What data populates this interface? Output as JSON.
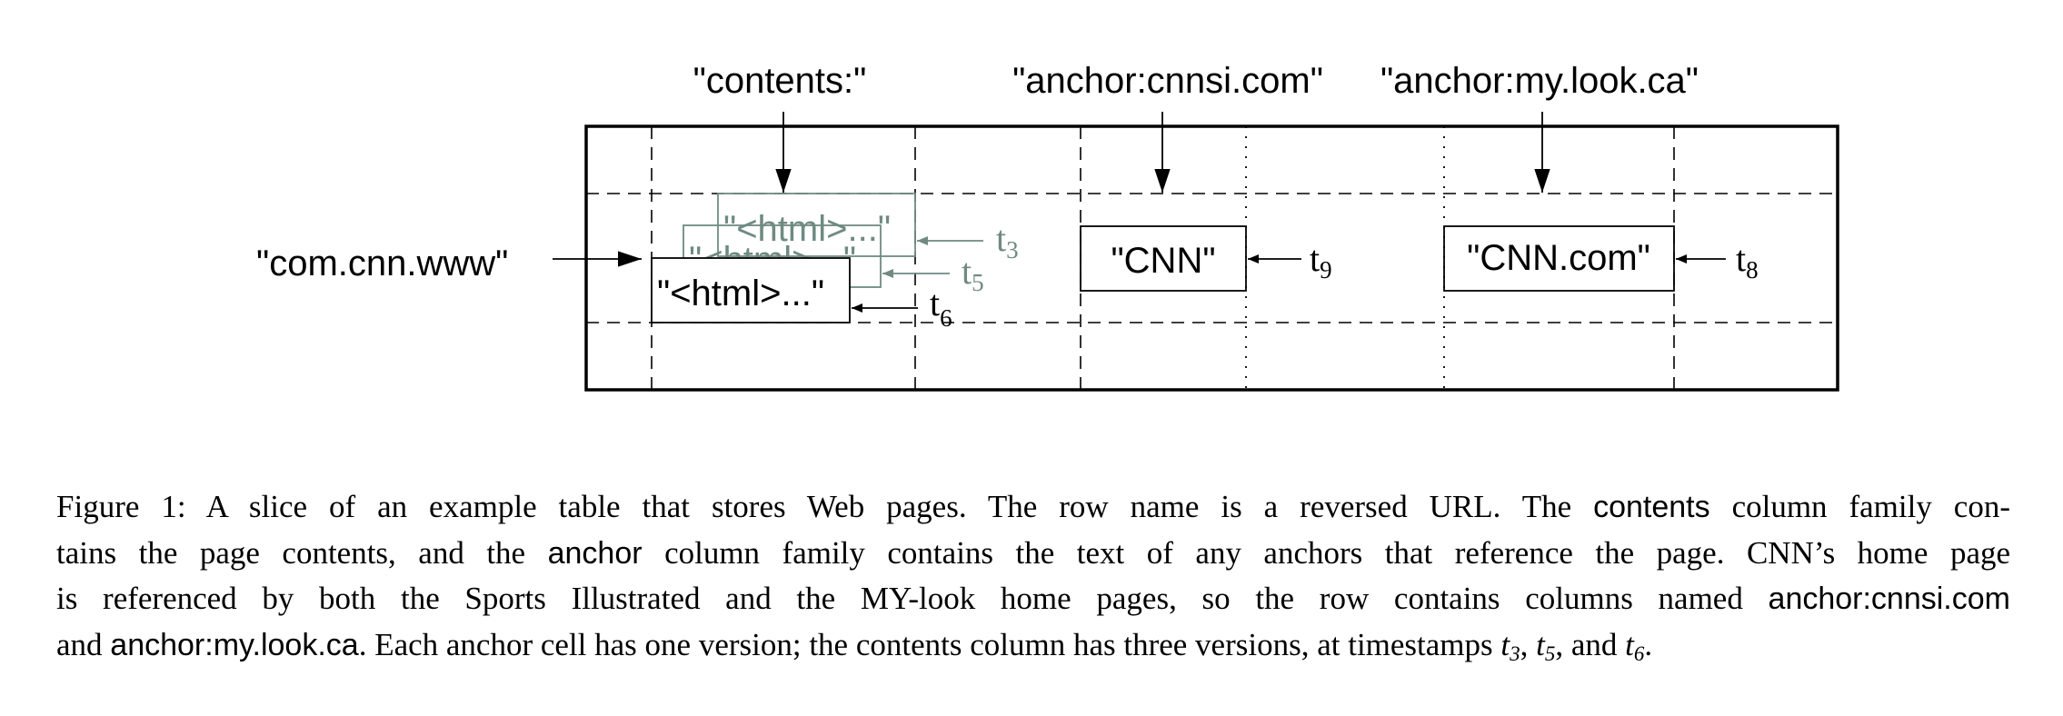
{
  "labels": {
    "col_contents": "\"contents:\"",
    "col_anchor_cnnsi": "\"anchor:cnnsi.com\"",
    "col_anchor_mylook": "\"anchor:my.look.ca\"",
    "row_key": "\"com.cnn.www\""
  },
  "cells": {
    "contents_v3": "\"<html>...\"",
    "contents_v5": "\"<html>...\"",
    "contents_v6": "\"<html>...\"",
    "anchor_cnnsi": "\"CNN\"",
    "anchor_mylook": "\"CNN.com\""
  },
  "timestamps": {
    "t3": {
      "base": "t",
      "sub": "3"
    },
    "t5": {
      "base": "t",
      "sub": "5"
    },
    "t6": {
      "base": "t",
      "sub": "6"
    },
    "t9": {
      "base": "t",
      "sub": "9"
    },
    "t8": {
      "base": "t",
      "sub": "8"
    }
  },
  "colors": {
    "old_version": "#6f8a82",
    "current": "#000000"
  },
  "caption": {
    "figure_label": "Figure 1:",
    "p1": "A slice of an example table that stores Web pages. The row name is a reversed URL. The",
    "kw_contents": "contents",
    "p2": "column family con-",
    "p3": "tains the page contents, and the",
    "kw_anchor": "anchor",
    "p4": "column family contains the text of any anchors that reference the page. CNN’s home page",
    "p5": "is referenced by both the Sports Illustrated and the MY-look home pages, so the row contains columns named",
    "kw_anchor_cnnsi": "anchor:cnnsi.com",
    "p6": "and",
    "kw_anchor_mylook": "anchor:my.look.ca",
    "p7": ". Each anchor cell has one version; the contents column has three versions, at timestamps",
    "m_t3_base": "t",
    "m_t3_sub": "3",
    "sep1": ",",
    "m_t5_base": "t",
    "m_t5_sub": "5",
    "sep2": ", and",
    "m_t6_base": "t",
    "m_t6_sub": "6",
    "end": "."
  }
}
